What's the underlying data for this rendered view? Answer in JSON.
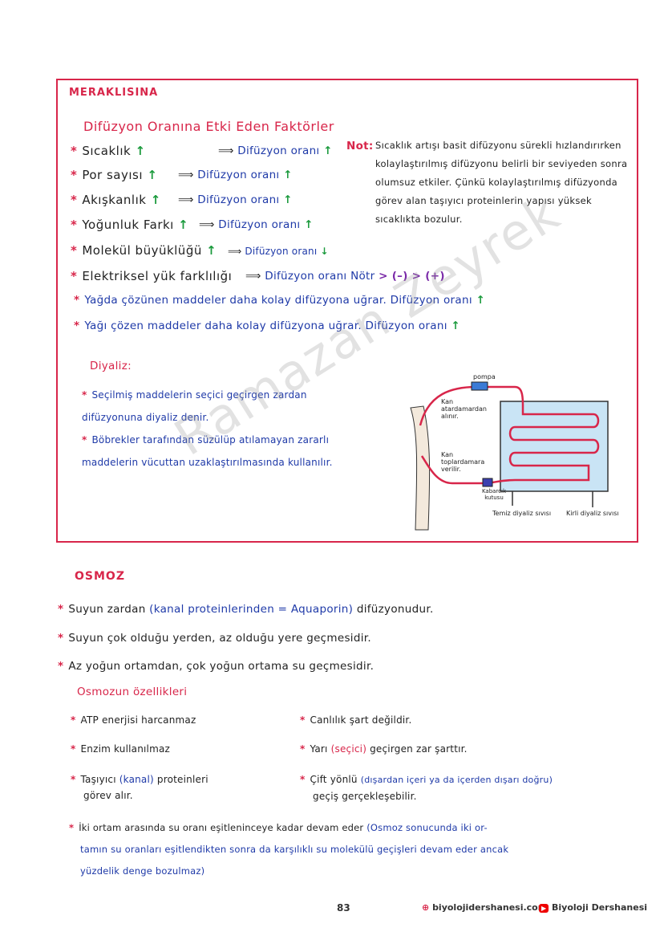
{
  "box": {
    "heading": "MERAKLISINA",
    "factors_title": "Difüzyon Oranına Etki Eden Faktörler",
    "factors": [
      {
        "cause": "Sıcaklık",
        "cause_arrow": "↑",
        "effect": "Difüzyon oranı",
        "effect_arrow": "↑"
      },
      {
        "cause": "Por sayısı",
        "cause_arrow": "↑",
        "effect": "Difüzyon oranı",
        "effect_arrow": "↑"
      },
      {
        "cause": "Akışkanlık",
        "cause_arrow": "↑",
        "effect": "Difüzyon oranı",
        "effect_arrow": "↑"
      },
      {
        "cause": "Yoğunluk Farkı",
        "cause_arrow": "↑",
        "effect": "Difüzyon oranı",
        "effect_arrow": "↑"
      },
      {
        "cause": "Molekül büyüklüğü",
        "cause_arrow": "↑",
        "effect": "Difüzyon oranı",
        "effect_arrow": "↓"
      }
    ],
    "charge_line": {
      "cause": "Elektriksel yük farklılığı",
      "effect": "Difüzyon oranı Nötr",
      "order": "> (–) > (+)"
    },
    "fat_lines": [
      {
        "text": "Yağda çözünen maddeler daha kolay difüzyona uğrar.",
        "effect": "Difüzyon oranı",
        "arrow": "↑"
      },
      {
        "text": "Yağı çözen maddeler daha kolay difüzyona uğrar.",
        "effect": "Difüzyon oranı",
        "arrow": "↑"
      }
    ],
    "note_label": "Not:",
    "note_text": "Sıcaklık artışı basit difüzyonu sürekli hızlandırırken kolaylaştırılmış difüzyonu belirli bir seviyeden sonra olumsuz etkiler. Çünkü kolaylaştırılmış difüzyonda görev alan taşıyıcı proteinlerin yapısı yüksek sıcaklıkta bozulur.",
    "dialysis_title": "Diyaliz:",
    "dialysis_items": [
      "Seçilmiş maddelerin seçici geçirgen zardan difüzyonuna diyaliz denir.",
      "Böbrekler tarafından süzülüp atılamayan zararlı maddelerin vücuttan uzaklaştırılmasında kullanılır."
    ],
    "diagram": {
      "pump": "pompa",
      "blood_in": "Kan atardamardan alınır.",
      "blood_out": "Kan toplardamara verilir.",
      "bubble_trap": "Kabarcık kutusu",
      "clean_fluid": "Temiz diyaliz sıvısı",
      "dirty_fluid": "Kirli diyaliz sıvısı"
    }
  },
  "watermark": "Ramazan Zeyrek",
  "osmoz": {
    "title": "OSMOZ",
    "lines": [
      {
        "pre": "Suyun zardan ",
        "hl": "(kanal proteinlerinden = Aquaporin)",
        "post": " difüzyonudur."
      },
      {
        "pre": "Suyun çok olduğu yerden, az olduğu yere geçmesidir.",
        "hl": "",
        "post": ""
      },
      {
        "pre": "Az yoğun ortamdan, çok yoğun ortama su geçmesidir.",
        "hl": "",
        "post": ""
      }
    ],
    "props_title": "Osmozun özellikleri",
    "props_left": [
      "ATP enerjisi harcanmaz",
      "Enzim kullanılmaz"
    ],
    "prop_carrier_pre": "Taşıyıcı ",
    "prop_carrier_hl": "(kanal)",
    "prop_carrier_post": " proteinleri",
    "prop_carrier_line2": "görev alır.",
    "prop_alive": "Canlılık şart değildir.",
    "prop_semi_pre": "Yarı ",
    "prop_semi_hl": "(seçici)",
    "prop_semi_post": " geçirgen zar şarttır.",
    "prop_dir_pre": "Çift yönlü ",
    "prop_dir_hl": "(dışardan içeri ya da içerden dışarı doğru)",
    "prop_dir_line2": "geçiş gerçekleşebilir.",
    "final_pre": "İki ortam arasında su oranı eşitleninceye kadar devam eder ",
    "final_hl_1": "(Osmoz sonucunda iki or-",
    "final_hl_2": "tamın su oranları eşitlendikten sonra da karşılıklı su molekülü geçişleri devam eder ancak",
    "final_hl_3": "yüzdelik denge bozulmaz)"
  },
  "footer": {
    "page": "83",
    "site": "biyolojidershanesi.com",
    "youtube": "Biyoloji Dershanesi"
  }
}
